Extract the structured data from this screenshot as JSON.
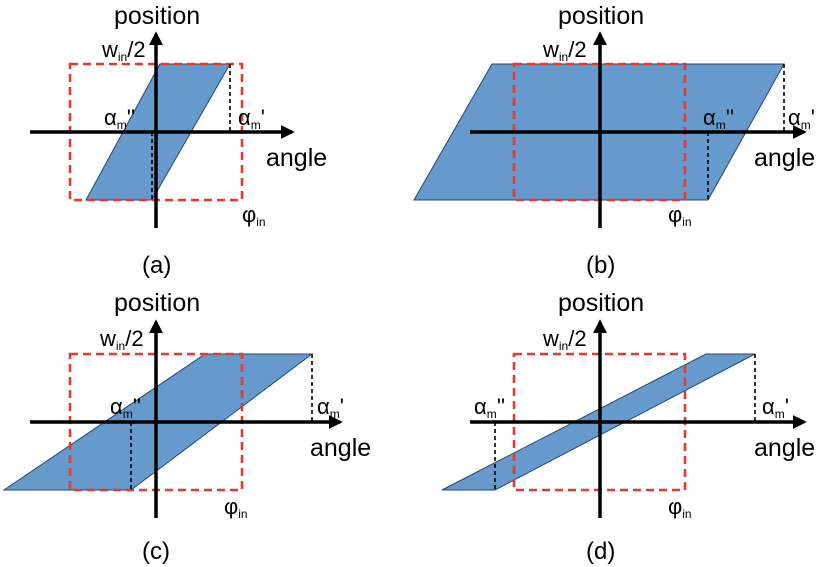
{
  "labels": {
    "position": "position",
    "angle": "angle",
    "w_main": "w",
    "w_sub": "in",
    "w_tail": "/2",
    "alpha": "α",
    "alpha_sub": "m",
    "prime": "'",
    "dprime": "''",
    "phi": "φ",
    "phi_sub": "in"
  },
  "panels": [
    {
      "id": "a",
      "caption": "(a)"
    },
    {
      "id": "b",
      "caption": "(b)"
    },
    {
      "id": "c",
      "caption": "(c)"
    },
    {
      "id": "d",
      "caption": "(d)"
    }
  ],
  "colors": {
    "parallelogram_fill": "#6699cc",
    "dashed_box": "#e53a2b",
    "axes": "#000000"
  }
}
